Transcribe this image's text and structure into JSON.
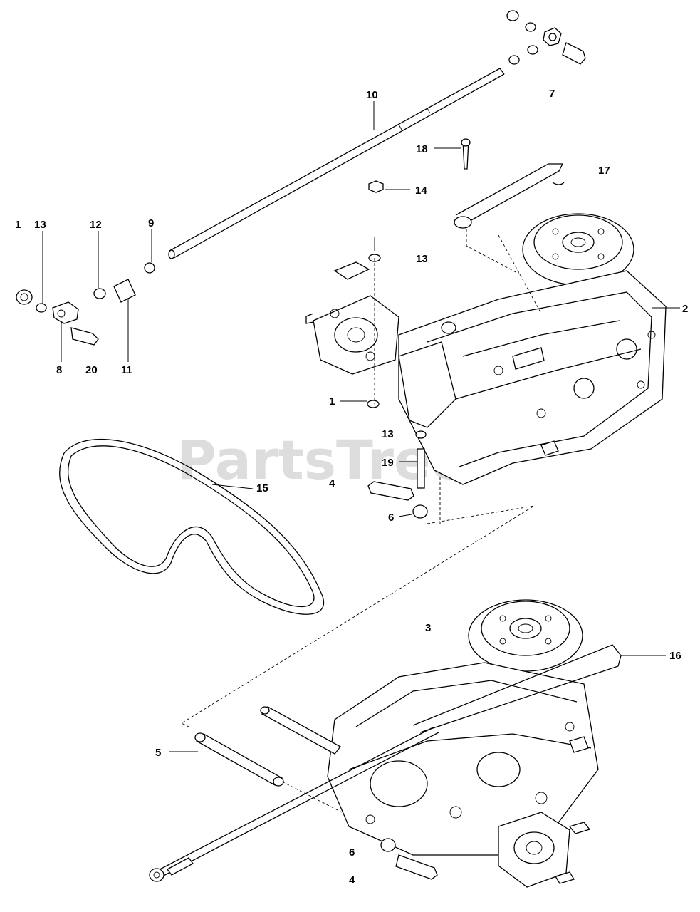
{
  "watermark": "PartsTree",
  "labels": [
    {
      "id": "label-10",
      "text": "10"
    },
    {
      "id": "label-7",
      "text": "7"
    },
    {
      "id": "label-18",
      "text": "18"
    },
    {
      "id": "label-17",
      "text": "17"
    },
    {
      "id": "label-14",
      "text": "14"
    },
    {
      "id": "label-1-top",
      "text": "1"
    },
    {
      "id": "label-13-left",
      "text": "13"
    },
    {
      "id": "label-12",
      "text": "12"
    },
    {
      "id": "label-9",
      "text": "9"
    },
    {
      "id": "label-13-mid",
      "text": "13"
    },
    {
      "id": "label-2",
      "text": "2"
    },
    {
      "id": "label-8",
      "text": "8"
    },
    {
      "id": "label-20",
      "text": "20"
    },
    {
      "id": "label-11",
      "text": "11"
    },
    {
      "id": "label-1-mid",
      "text": "1"
    },
    {
      "id": "label-13-low",
      "text": "13"
    },
    {
      "id": "label-19",
      "text": "19"
    },
    {
      "id": "label-15",
      "text": "15"
    },
    {
      "id": "label-4-mid",
      "text": "4"
    },
    {
      "id": "label-6-mid",
      "text": "6"
    },
    {
      "id": "label-3",
      "text": "3"
    },
    {
      "id": "label-16",
      "text": "16"
    },
    {
      "id": "label-5",
      "text": "5"
    },
    {
      "id": "label-6-bottom",
      "text": "6"
    },
    {
      "id": "label-4-bottom",
      "text": "4"
    }
  ]
}
